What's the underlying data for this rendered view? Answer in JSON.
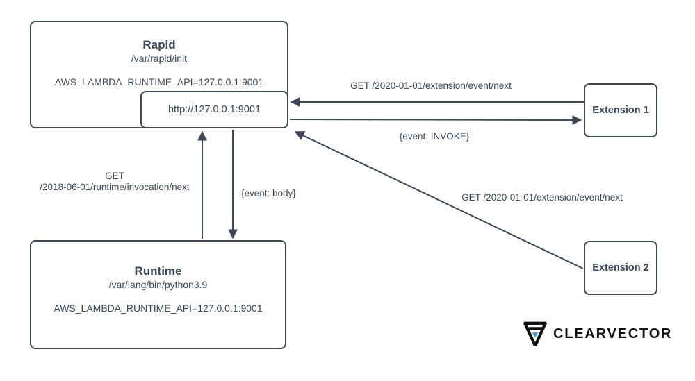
{
  "diagram": {
    "nodes": {
      "rapid": {
        "title": "Rapid",
        "subtitle": "/var/rapid/init",
        "env": "AWS_LAMBDA_RUNTIME_API=127.0.0.1:9001"
      },
      "endpoint": {
        "label": "http://127.0.0.1:9001"
      },
      "runtime": {
        "title": "Runtime",
        "subtitle": "/var/lang/bin/python3.9",
        "env": "AWS_LAMBDA_RUNTIME_API=127.0.0.1:9001"
      },
      "extension1": {
        "label": "Extension 1"
      },
      "extension2": {
        "label": "Extension 2"
      }
    },
    "edges": {
      "ext1_to_endpoint": {
        "label": "GET /2020-01-01/extension/event/next",
        "from": "Extension 1",
        "to": "http://127.0.0.1:9001"
      },
      "endpoint_to_ext1": {
        "label": "{event: INVOKE}",
        "from": "http://127.0.0.1:9001",
        "to": "Extension 1"
      },
      "runtime_to_endpoint": {
        "label_line1": "GET",
        "label_line2": "/2018-06-01/runtime/invocation/next",
        "from": "Runtime",
        "to": "http://127.0.0.1:9001"
      },
      "endpoint_to_runtime": {
        "label": "{event: body}",
        "from": "http://127.0.0.1:9001",
        "to": "Runtime"
      },
      "ext2_to_endpoint": {
        "label": "GET /2020-01-01/extension/event/next",
        "from": "Extension 2",
        "to": "http://127.0.0.1:9001"
      }
    },
    "colors": {
      "stroke": "#3c4659",
      "text": "#3c4659",
      "logo_text": "#111111",
      "logo_accent": "#2e9bf0"
    }
  },
  "branding": {
    "wordmark": "CLEARVECTOR"
  }
}
